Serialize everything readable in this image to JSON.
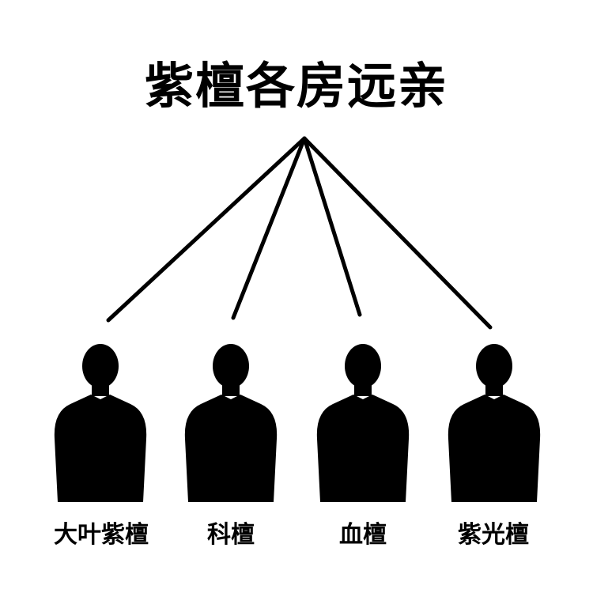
{
  "title": "紫檀各房远亲",
  "relatives": [
    {
      "label": "大叶紫檀"
    },
    {
      "label": "科檀"
    },
    {
      "label": "血檀"
    },
    {
      "label": "紫光檀"
    }
  ],
  "colors": {
    "ink": "#000000",
    "background": "#ffffff"
  }
}
